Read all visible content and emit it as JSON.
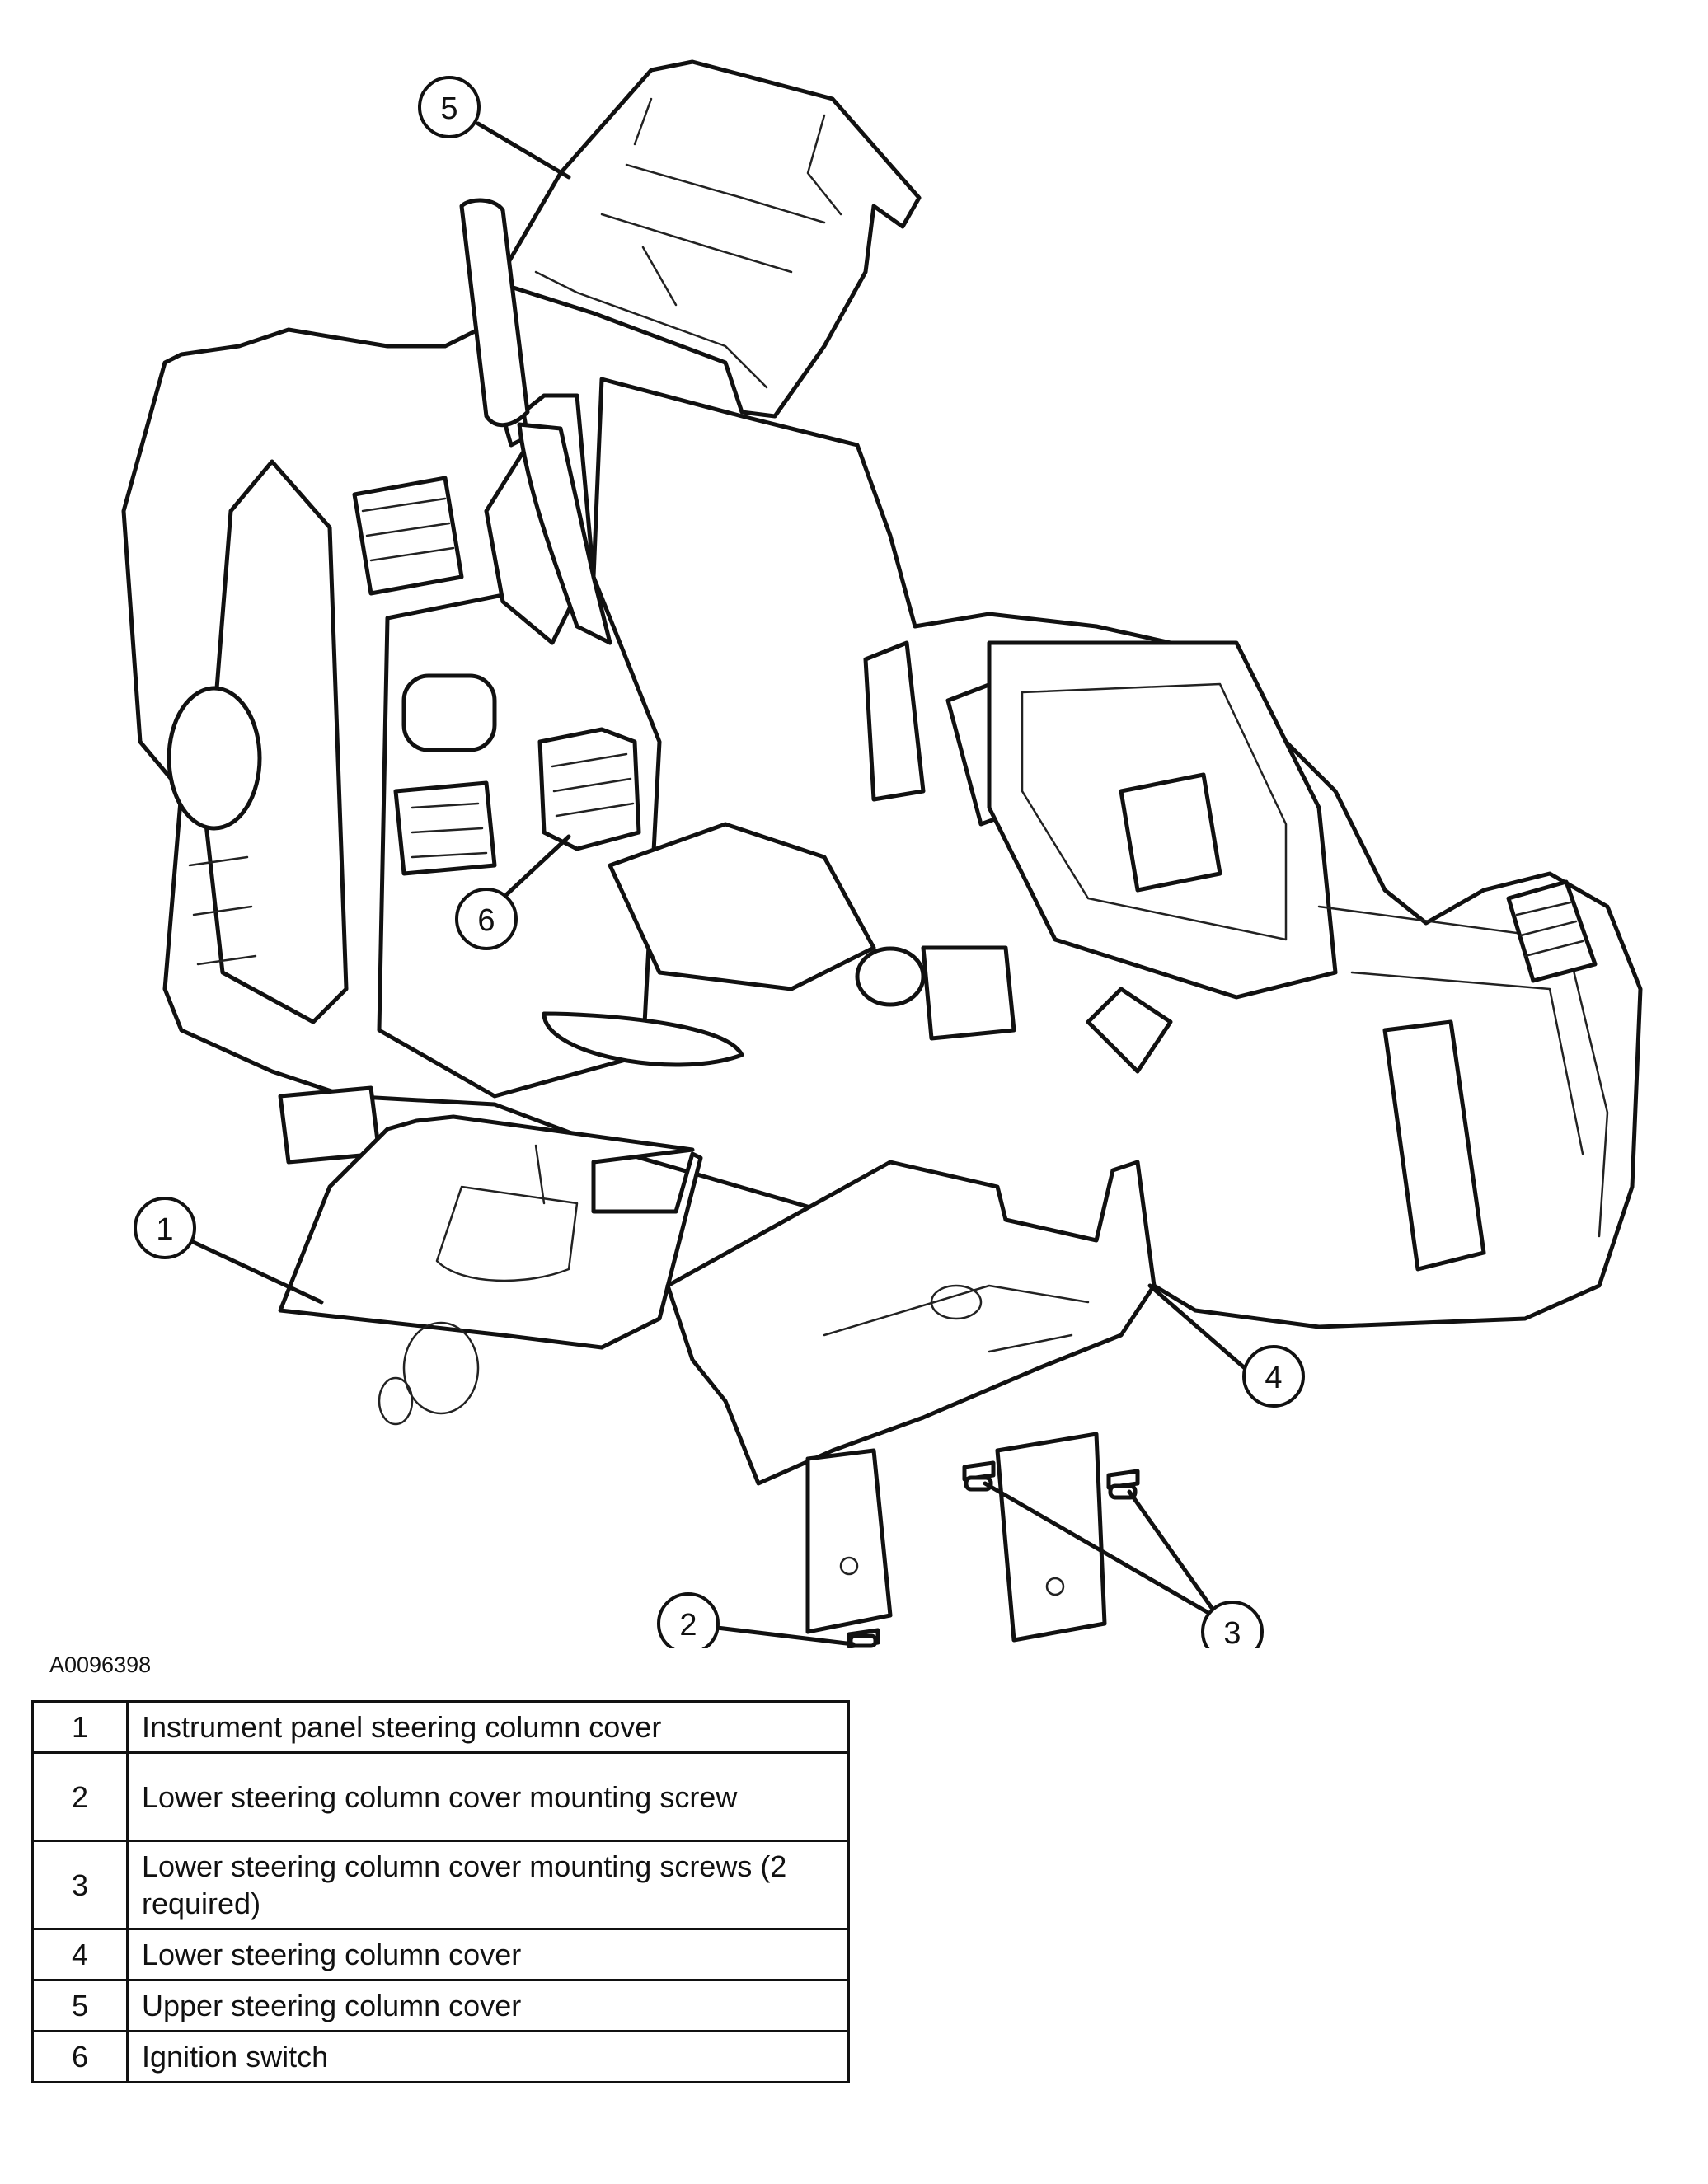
{
  "figure": {
    "id_label": "A0096398",
    "callouts": [
      {
        "number": "1",
        "target": "instrument-panel-steering-column-cover"
      },
      {
        "number": "2",
        "target": "lower-cover-mounting-screw"
      },
      {
        "number": "3",
        "target": "lower-cover-mounting-screws-pair"
      },
      {
        "number": "4",
        "target": "lower-steering-column-cover"
      },
      {
        "number": "5",
        "target": "upper-steering-column-cover"
      },
      {
        "number": "6",
        "target": "ignition-switch"
      }
    ]
  },
  "legend": [
    {
      "number": "1",
      "description": "Instrument panel steering column cover"
    },
    {
      "number": "2",
      "description": "Lower steering column cover mounting screw"
    },
    {
      "number": "3",
      "description": "Lower steering column cover mounting screws (2 required)"
    },
    {
      "number": "4",
      "description": "Lower steering column cover"
    },
    {
      "number": "5",
      "description": "Upper steering column cover"
    },
    {
      "number": "6",
      "description": "Ignition switch"
    }
  ]
}
